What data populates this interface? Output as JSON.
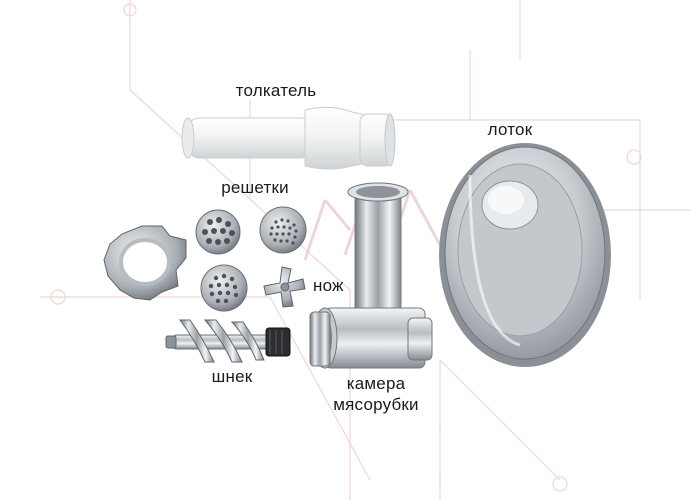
{
  "labels": {
    "pusher": "толкатель",
    "tray": "лоток",
    "grates": "решетки",
    "knife": "нож",
    "auger": "шнек",
    "chamber_line1": "камера",
    "chamber_line2": "мясорубки"
  },
  "colors": {
    "metal_light": "#e6e9ec",
    "metal_mid": "#b9bec4",
    "metal_dark": "#7a8087",
    "plastic_white": "#f4f5f5",
    "watermark": "#e8c8c8"
  }
}
